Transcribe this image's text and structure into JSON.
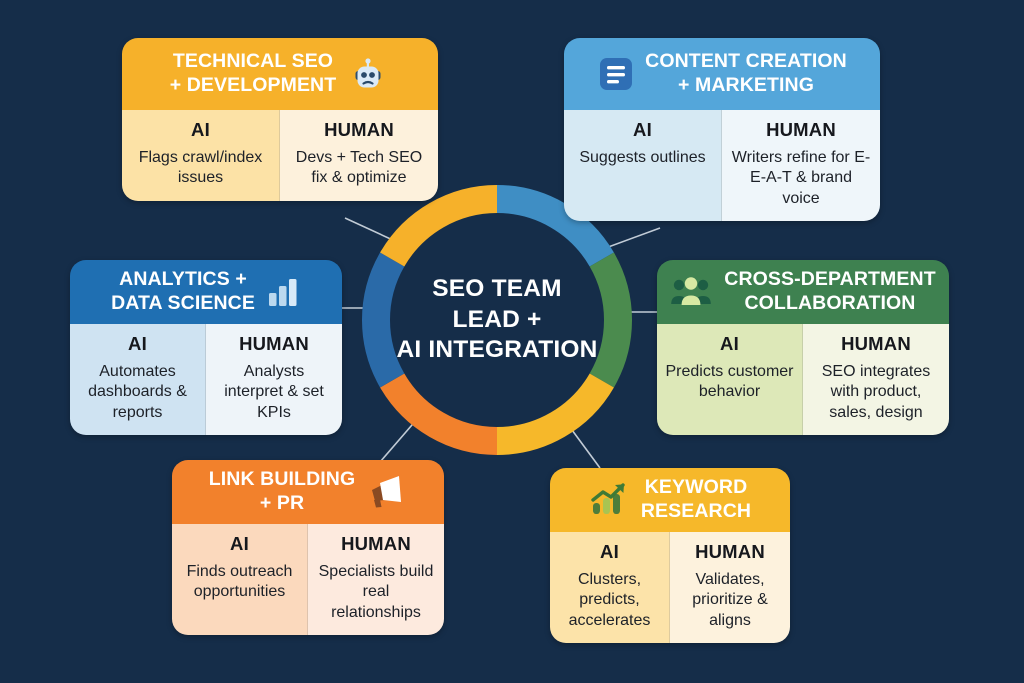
{
  "theme": {
    "background": "#152d49",
    "ring_colors": [
      "#3f8ec4",
      "#4b8b4e",
      "#f6b82a",
      "#f2812c",
      "#2a6aa8",
      "#f6b12a"
    ]
  },
  "center": {
    "lines": [
      "SEO TEAM",
      "LEAD +",
      "AI INTEGRATION"
    ]
  },
  "cards": [
    {
      "id": "technical",
      "title_lines": [
        "TECHNICAL SEO",
        "+ DEVELOPMENT"
      ],
      "icon": "robot-icon",
      "header_color": "#f6b12a",
      "ai_label": "AI",
      "ai_text": "Flags crawl/index issues",
      "human_label": "HUMAN",
      "human_text": "Devs + Tech SEO fix & optimize"
    },
    {
      "id": "content",
      "title_lines": [
        "CONTENT CREATION",
        "+ MARKETING"
      ],
      "icon": "document-icon",
      "header_color": "#54a6da",
      "ai_label": "AI",
      "ai_text": "Suggests outlines",
      "human_label": "HUMAN",
      "human_text": "Writers refine for E-E-A-T & brand voice"
    },
    {
      "id": "analytics",
      "title_lines": [
        "ANALYTICS +",
        "DATA SCIENCE"
      ],
      "icon": "bar-chart-icon",
      "header_color": "#1f6fb2",
      "ai_label": "AI",
      "ai_text": "Automates dashboards & reports",
      "human_label": "HUMAN",
      "human_text": "Analysts interpret & set KPIs"
    },
    {
      "id": "cross",
      "title_lines": [
        "CROSS-DEPARTMENT",
        "COLLABORATION"
      ],
      "icon": "people-group-icon",
      "header_color": "#3e8150",
      "ai_label": "AI",
      "ai_text": "Predicts customer behavior",
      "human_label": "HUMAN",
      "human_text": "SEO integrates with product, sales, design"
    },
    {
      "id": "link",
      "title_lines": [
        "LINK BUILDING",
        "+ PR"
      ],
      "icon": "megaphone-icon",
      "header_color": "#f2812c",
      "ai_label": "AI",
      "ai_text": "Finds outreach opportunities",
      "human_label": "HUMAN",
      "human_text": "Specialists build real relationships"
    },
    {
      "id": "keyword",
      "title_lines": [
        "KEYWORD",
        "RESEARCH"
      ],
      "icon": "growth-chart-icon",
      "header_color": "#f6b82a",
      "ai_label": "AI",
      "ai_text": "Clusters, predicts, accelerates",
      "human_label": "HUMAN",
      "human_text": "Validates, prioritize & aligns"
    }
  ],
  "chart_data": {
    "type": "pie",
    "title": "SEO TEAM LEAD + AI INTEGRATION",
    "categories": [
      "Content Creation + Marketing",
      "Cross-Department Collaboration",
      "Keyword Research",
      "Link Building + PR",
      "Analytics + Data Science",
      "Technical SEO + Development"
    ],
    "values": [
      16.7,
      16.7,
      16.7,
      16.7,
      16.7,
      16.7
    ],
    "colors": [
      "#3f8ec4",
      "#4b8b4e",
      "#f6b82a",
      "#f2812c",
      "#2a6aa8",
      "#f6b12a"
    ],
    "legend": "none",
    "donut": true
  }
}
